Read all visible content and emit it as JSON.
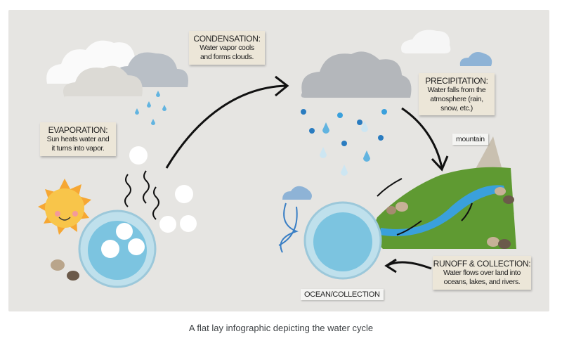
{
  "image": {
    "labels": {
      "condensation": {
        "title": "CONDENSATION:",
        "body": [
          "Water vapor cools",
          "and forms clouds."
        ]
      },
      "evaporation": {
        "title": "EVAPORATION:",
        "body": [
          "Sun heats water and",
          "it turns into vapor."
        ]
      },
      "precipitation": {
        "title": "PRECIPITATION:",
        "body": [
          "Water falls from the",
          "atmosphere (rain,",
          "snow, etc.)"
        ]
      },
      "runoff": {
        "title": "RUNOFF & COLLECTION:",
        "body": [
          "Water flows over land into",
          "oceans, lakes, and rivers."
        ]
      },
      "mountain": "mountain",
      "ocean": "OCEAN/COLLECTION"
    },
    "colors": {
      "background": "#e6e5e2",
      "water": "#7cc4e0",
      "grass": "#5f9a32",
      "river": "#3aa0dc",
      "sun": "#f4b93a"
    }
  },
  "caption": "A flat lay infographic depicting the water cycle"
}
